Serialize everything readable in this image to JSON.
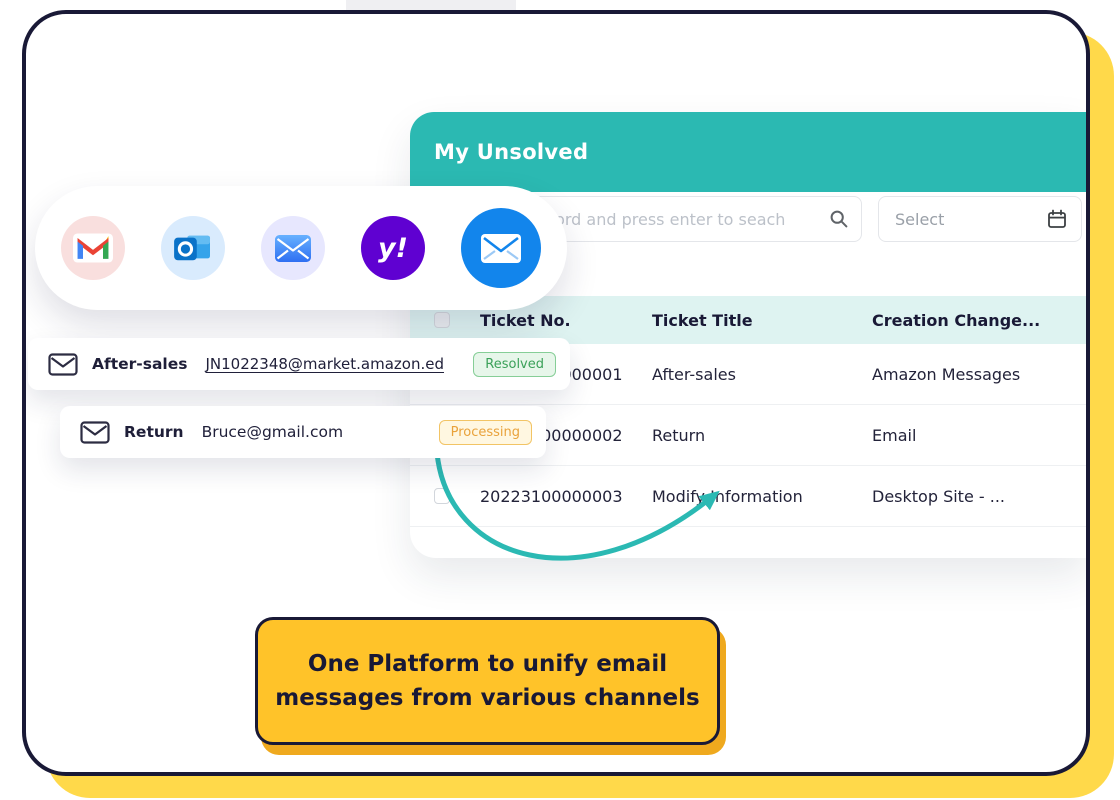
{
  "colors": {
    "teal": "#2BB9B2",
    "table_header_bg": "#DEF3F1",
    "cta_yellow": "#FFC329",
    "card_shadow_yellow": "#FFD94A",
    "dark_outline": "#191936",
    "badge_green": "#3BA159",
    "badge_orange": "#E9A23B",
    "yahoo_purple": "#5F01D1",
    "mail_blue": "#1285EC"
  },
  "panel": {
    "title": "My Unsolved",
    "search": {
      "placeholder": "Keyword and press enter to seach",
      "icon": "search-icon"
    },
    "filter": {
      "value": "Select",
      "icon": "calendar-icon"
    }
  },
  "table": {
    "headers": {
      "ticket_no": "Ticket No.",
      "ticket_title": "Ticket Title",
      "creation": "Creation Change..."
    },
    "rows": [
      {
        "ticket_no": "20223100000001",
        "ticket_title": "After-sales",
        "creation": "Amazon Messages"
      },
      {
        "ticket_no": "20223100000002",
        "ticket_title": "Return",
        "creation": "Email"
      },
      {
        "ticket_no": "20223100000003",
        "ticket_title": "Modify Information",
        "creation": "Desktop Site - ..."
      }
    ]
  },
  "providers": {
    "items": [
      {
        "name": "gmail-icon"
      },
      {
        "name": "outlook-icon"
      },
      {
        "name": "apple-mail-icon"
      },
      {
        "name": "yahoo-icon",
        "glyph": "y!"
      },
      {
        "name": "mail-icon"
      }
    ]
  },
  "messages": [
    {
      "icon": "envelope-icon",
      "category": "After-sales",
      "address": "JN1022348@market.amazon.ed",
      "status": "Resolved"
    },
    {
      "icon": "envelope-icon",
      "category": "Return",
      "address": "Bruce@gmail.com",
      "status": "Processing"
    }
  ],
  "cta": {
    "line1": "One Platform to unify email",
    "line2": "messages from various channels"
  }
}
